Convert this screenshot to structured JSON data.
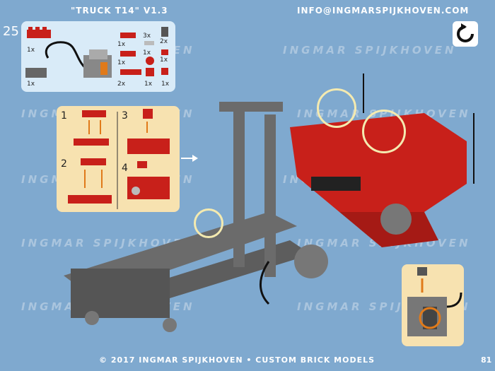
{
  "header": {
    "title": "\"TRUCK T14\" V1.3",
    "email": "INFO@INGMARSPIJKHOVEN.COM"
  },
  "step_number": "25",
  "parts_list": [
    {
      "qty": "1x"
    },
    {
      "qty": "1x"
    },
    {
      "qty": "1x"
    },
    {
      "qty": "3x"
    },
    {
      "qty": "2x"
    },
    {
      "qty": "1x"
    },
    {
      "qty": "1x"
    },
    {
      "qty": "1x"
    },
    {
      "qty": "2x"
    },
    {
      "qty": "1x"
    },
    {
      "qty": "1x"
    }
  ],
  "subassembly": {
    "steps": [
      "1",
      "2",
      "3",
      "4"
    ]
  },
  "watermark": "INGMAR SPIJKHOVEN",
  "footer": {
    "copyright": "© 2017 INGMAR SPIJKHOVEN • CUSTOM BRICK MODELS",
    "page": "81"
  },
  "colors": {
    "background": "#7fa9cf",
    "panel": "#d9ebf8",
    "subassembly_panel": "#f7e2b0",
    "brick_red": "#c8201a",
    "frame_gray": "#6b6b6b",
    "arrow_orange": "#e07a1a",
    "highlight": "#f4eab0"
  },
  "icons": {
    "rotate": "rotate-icon"
  }
}
